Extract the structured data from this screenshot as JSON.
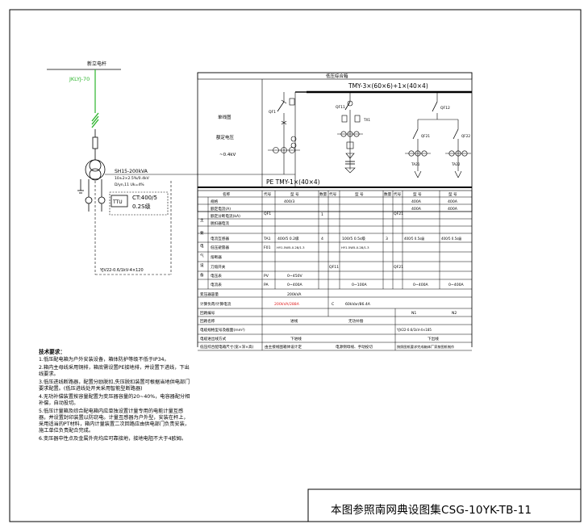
{
  "diagram": {
    "pole_label": "新立电杆",
    "cable_jklyj": "JKLYJ-70",
    "transformer_model": "SH15-200kVA",
    "transformer_ratio": "10±2×2.5%/0.4kV",
    "transformer_group": "D/yn,11 Uk=4%",
    "ct_label": "CT:400/5",
    "ct_class": "0.2S级",
    "ttu_label": "TTU",
    "cable_lower": "YJV22-0.6/1kV-4×120",
    "box_title": "低压综合箱",
    "busbar_main": "TMY-3×(60×6)+1×(40×4)",
    "busbar_pe": "PE TMY-1×(40×4)",
    "left_text_1": "单线图",
    "left_text_2": "额定电压",
    "left_text_3": "~0.4kV",
    "label_qf_left": "QF1",
    "label_qf_mid": "QF11",
    "label_qf_right": "QF12",
    "label_qf_right_a": "QF21",
    "label_qf_right_b": "QF22",
    "label_ta_a": "TA21",
    "label_ta_b": "TA22",
    "label_tx": "TX1"
  },
  "table": {
    "h_name": "名称",
    "h_code": "代号",
    "h_model": "型 号",
    "h_qty": "数量",
    "r1_name": "规格",
    "r1_model": "400/3",
    "r2_name": "额定电流(A)",
    "r3_name": "额定分断电流(kA)",
    "r4_name": "脱扣器电流",
    "r5_name": "电流互感器",
    "r5_code": "TA1",
    "r5_model": "400/5 0.2级",
    "r5_model2": "100/5 0.5s级",
    "r5_model3": "400/5 0.5s级",
    "r6_name": "低压避雷器",
    "r6_code": "F01",
    "r6_model": "HY1.5W5-0.28/1.3",
    "r7_name": "熔断器",
    "r8_name": "刀熔开关",
    "r9_name": "电压表",
    "r9_model": "0~450V",
    "r10_name": "电流表",
    "r10_model": "0~400A",
    "r10_model2": "0~100A",
    "qf_code": "QF1",
    "qf_code2": "QF11",
    "qf_code3": "QF21",
    "pv_code": "PV",
    "pa_code": "PA",
    "amp_400a_1": "400A",
    "amp_400a_2": "400A",
    "amp_400a_3": "400A",
    "amp_400a_4": "400A",
    "qty_1": "1",
    "qty_4": "4",
    "qty_3": "3",
    "side_label_1": "主",
    "side_label_2": "要",
    "side_label_3": "电",
    "side_label_4": "气",
    "side_label_5": "设",
    "side_label_6": "备",
    "b1_name": "变压器容量",
    "b1_value": "200kVA",
    "b2_name": "计算负荷/计算电流",
    "b2_value": "200kVA/288A",
    "b2_code": "C",
    "b2_value2": "60kVar/86.4A",
    "b3_name": "回路编号",
    "b3_v1": "N1",
    "b3_v2": "N2",
    "b4_name": "回路名称",
    "b4_v1": "进线",
    "b4_v2": "无功补偿",
    "b5_name": "电缆规格型号及截面(mm²)",
    "b5_v": "YJV22-0.6/1kV-4×185",
    "b6_name": "电缆进出线方式",
    "b6_v1": "下进线",
    "b6_v2": "下出线",
    "b7_name": "低压综合配电箱尺寸(宽×深×高)",
    "b7_v1": "由主接线图箱体设计定",
    "b7_v2": "电源侧母线、手动投切",
    "b7_v3": "按照图纸要求完成箱体厂家按图纸制作"
  },
  "notes": {
    "heading": "技术要求：",
    "n1": "1.低压配电箱为户外安装设备，箱体防护等级不低于IP34。",
    "n2": "2.箱内主母线采用铜排，箱底需设置PE接地排，并设置下进线，下出线要求。",
    "n3": "3.低压进线断路器，配置分励脱扣,失压脱扣装置可根据当地供电部门要求配置。(低压进线处开关采用智能型断路器)",
    "n4": "4.无功补偿装置按容量配置为变压器容量的20~40%，电容器配分相补偿，自动投切。",
    "n5": "5.低压计量箱及综合配电箱内应单独设置计量专用的电能计量互感器，并设置封印装置以防窃电。计量互感器为户外型，安装在杆上，采用适当的PT材料，箱内计量装置二次回路应由供电部门负责安装，施工单位负责配合完成。",
    "n6": "6.变压器中性点及金属外壳均应可靠接地，接地电阻不大于4欧姆。"
  },
  "footer": {
    "text": "本图参照南网典设图集CSG-10YK-TB-11"
  }
}
